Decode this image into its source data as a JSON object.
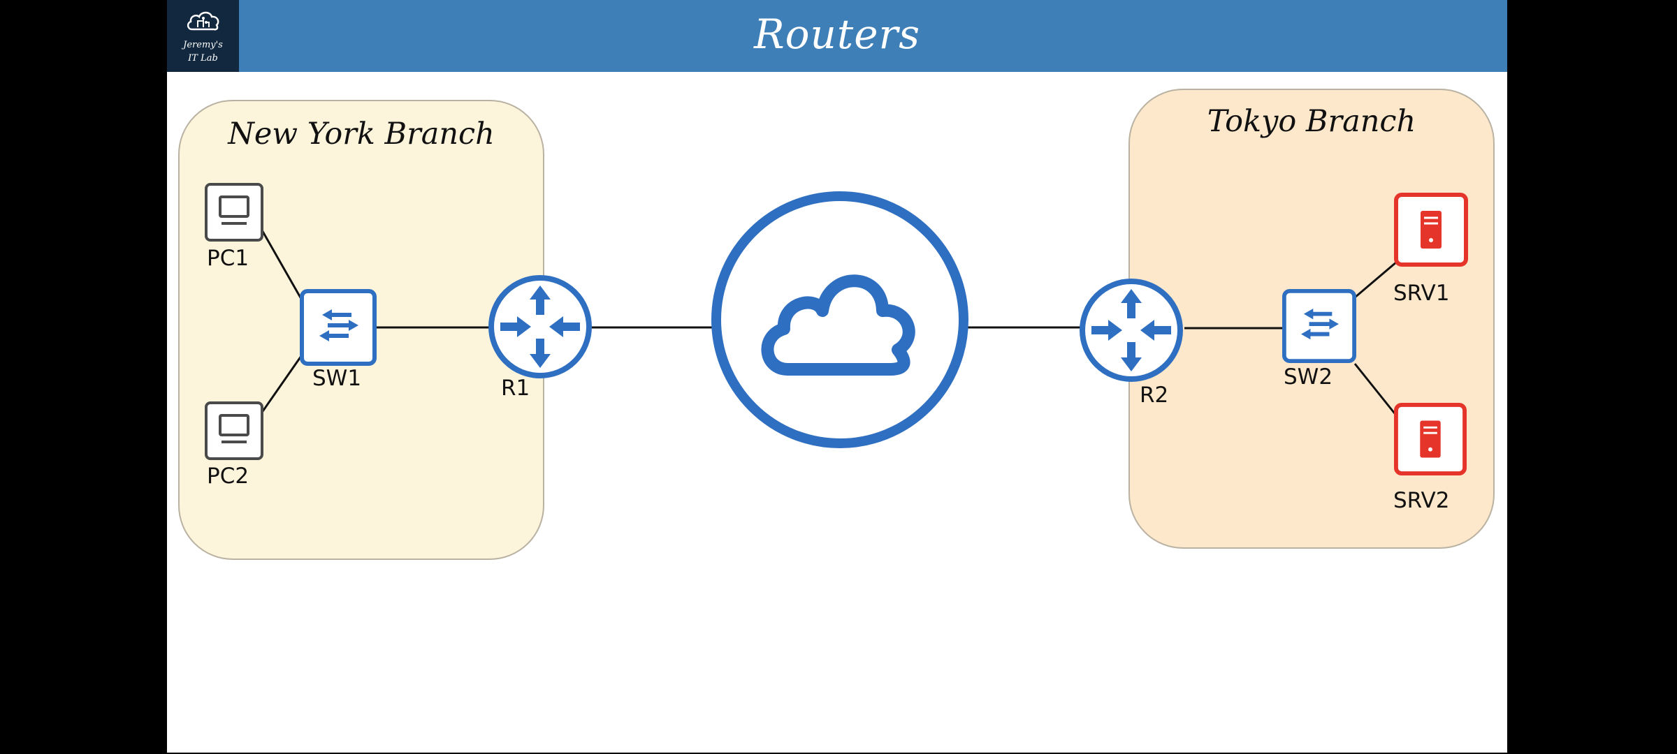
{
  "logo": {
    "line1": "Jeremy's",
    "line2": "IT Lab"
  },
  "title": "Routers",
  "zones": {
    "new_york": "New York Branch",
    "tokyo": "Tokyo Branch"
  },
  "devices": {
    "pc1": "PC1",
    "pc2": "PC2",
    "sw1": "SW1",
    "r1": "R1",
    "r2": "R2",
    "sw2": "SW2",
    "srv1": "SRV1",
    "srv2": "SRV2"
  },
  "colors": {
    "title_bar": "#3f7fb8",
    "logo_bg": "#11283f",
    "network_blue": "#2f6fc1",
    "server_red": "#e5352b",
    "ny_zone": "#fdf4dc",
    "tokyo_zone": "#fde8cc"
  },
  "icons": {
    "pc": "pc-icon",
    "switch": "switch-icon",
    "router": "router-icon",
    "cloud": "internet-cloud-icon",
    "server": "server-icon"
  }
}
